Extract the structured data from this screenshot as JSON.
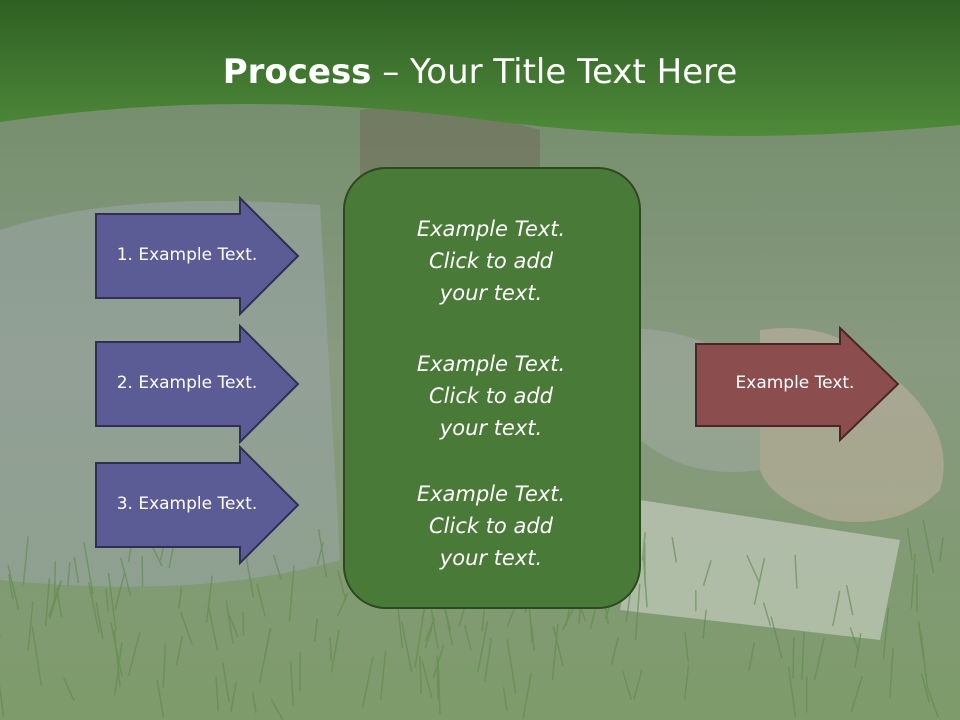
{
  "title": {
    "bold": "Process",
    "rest": " – Your Title Text Here"
  },
  "left_arrows": [
    {
      "label": "1. Example Text."
    },
    {
      "label": "2. Example Text."
    },
    {
      "label": "3. Example Text."
    }
  ],
  "center_box": {
    "blocks": [
      {
        "line1": "Example Text.",
        "line2": "Click  to add",
        "line3": "your text."
      },
      {
        "line1": "Example Text.",
        "line2": "Click  to add",
        "line3": "your text."
      },
      {
        "line1": "Example Text.",
        "line2": "Click  to add",
        "line3": "your text."
      }
    ]
  },
  "right_arrow": {
    "label": "Example Text."
  },
  "colors": {
    "header_green": "#3f7a2d",
    "left_arrow_fill": "#5b5b96",
    "right_arrow_fill": "#8b4d4d",
    "center_box_fill": "#4a7a37",
    "grass_bg": "#7f9a72"
  }
}
